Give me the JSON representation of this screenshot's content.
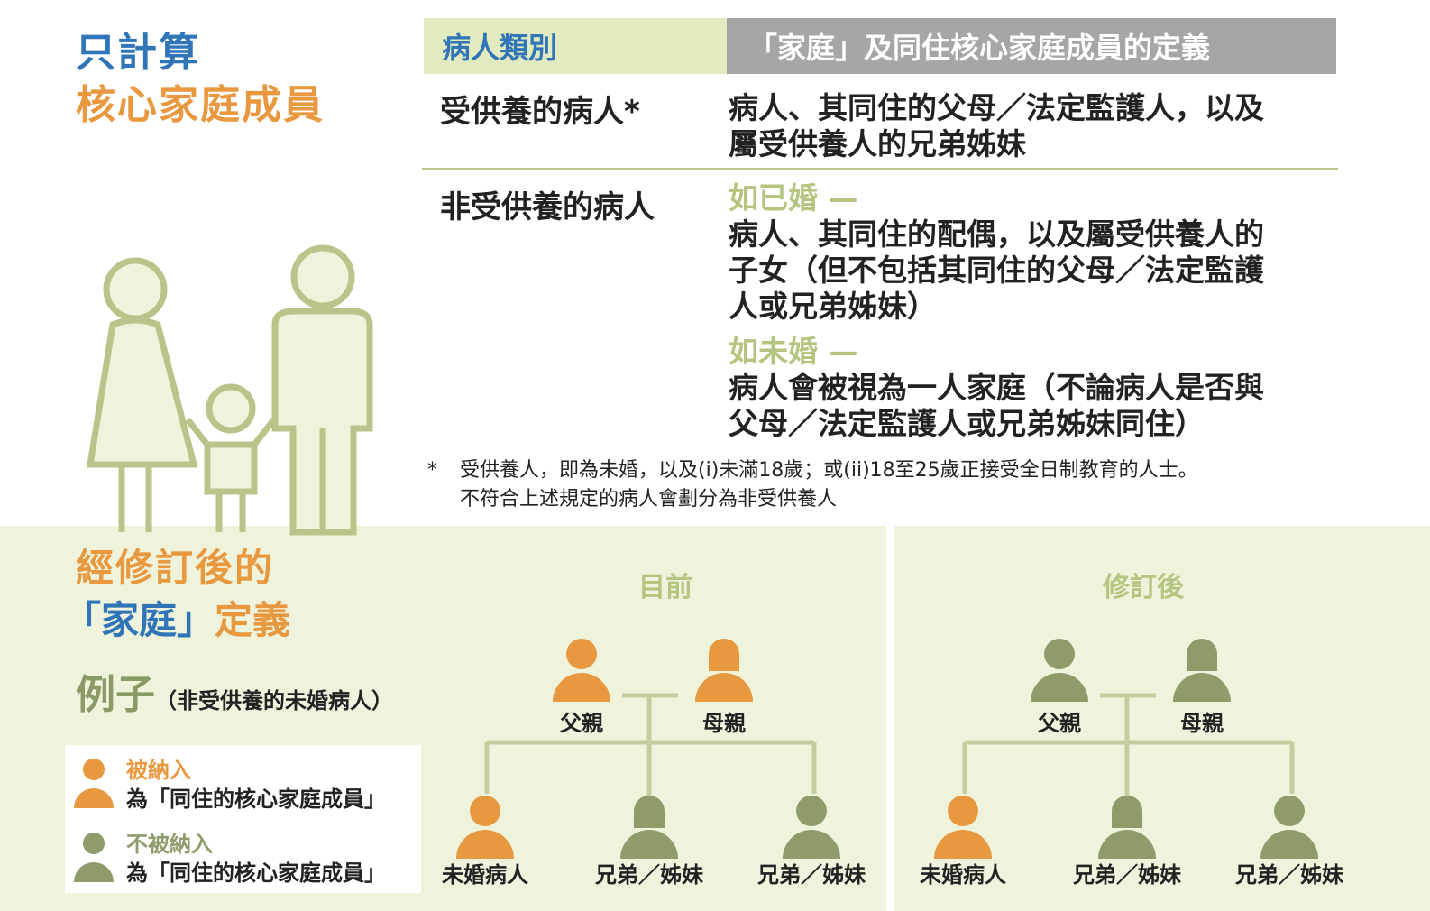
{
  "title": {
    "line1": "只計算",
    "line2": "核心家庭成員"
  },
  "table": {
    "header": {
      "category": "病人類別",
      "definition": "「家庭」及同住核心家庭成員的定義"
    },
    "rows": [
      {
        "category": "受供養的病人*",
        "definition_lines": [
          "病人、其同住的父母／法定監護人，以及",
          "屬受供養人的兄弟姊妹"
        ]
      },
      {
        "category": "非受供養的病人",
        "married_label": "如已婚 —",
        "married_lines": [
          "病人、其同住的配偶，以及屬受供養人的",
          "子女（但不包括其同住的父母／法定監護",
          "人或兄弟姊妹）"
        ],
        "unmarried_label": "如未婚 —",
        "unmarried_lines": [
          "病人會被視為一人家庭（不論病人是否與",
          "父母／法定監護人或兄弟姊妹同住）"
        ]
      }
    ]
  },
  "footnote": {
    "mark": "*",
    "line1": "受供養人，即為未婚，以及(i)未滿18歲；或(ii)18至25歲正接受全日制教育的人士。",
    "line2": "不符合上述規定的病人會劃分為非受供養人"
  },
  "section": {
    "line1": "經修訂後的",
    "quote_open": "「",
    "family": "家庭",
    "quote_close": "」",
    "definition": "定義"
  },
  "example": {
    "label": "例子",
    "note": "（非受供養的未婚病人）"
  },
  "legend": {
    "included": {
      "title": "被納入",
      "desc": "為「同住的核心家庭成員」"
    },
    "excluded": {
      "title": "不被納入",
      "desc": "為「同住的核心家庭成員」"
    }
  },
  "colors": {
    "included": "#e8983e",
    "excluded": "#8e9b6a",
    "blue": "#2f75b8",
    "line": "#c3cd9f"
  },
  "panels": [
    {
      "title": "目前",
      "members": [
        {
          "label": "父親",
          "role": "father",
          "included": true
        },
        {
          "label": "母親",
          "role": "mother",
          "included": true
        },
        {
          "label": "未婚病人",
          "role": "patient",
          "included": true
        },
        {
          "label": "兄弟／姊妹",
          "role": "sibling1",
          "included": false
        },
        {
          "label": "兄弟／姊妹",
          "role": "sibling2",
          "included": false
        }
      ]
    },
    {
      "title": "修訂後",
      "members": [
        {
          "label": "父親",
          "role": "father",
          "included": false
        },
        {
          "label": "母親",
          "role": "mother",
          "included": false
        },
        {
          "label": "未婚病人",
          "role": "patient",
          "included": true
        },
        {
          "label": "兄弟／姊妹",
          "role": "sibling1",
          "included": false
        },
        {
          "label": "兄弟／姊妹",
          "role": "sibling2",
          "included": false
        }
      ]
    }
  ]
}
